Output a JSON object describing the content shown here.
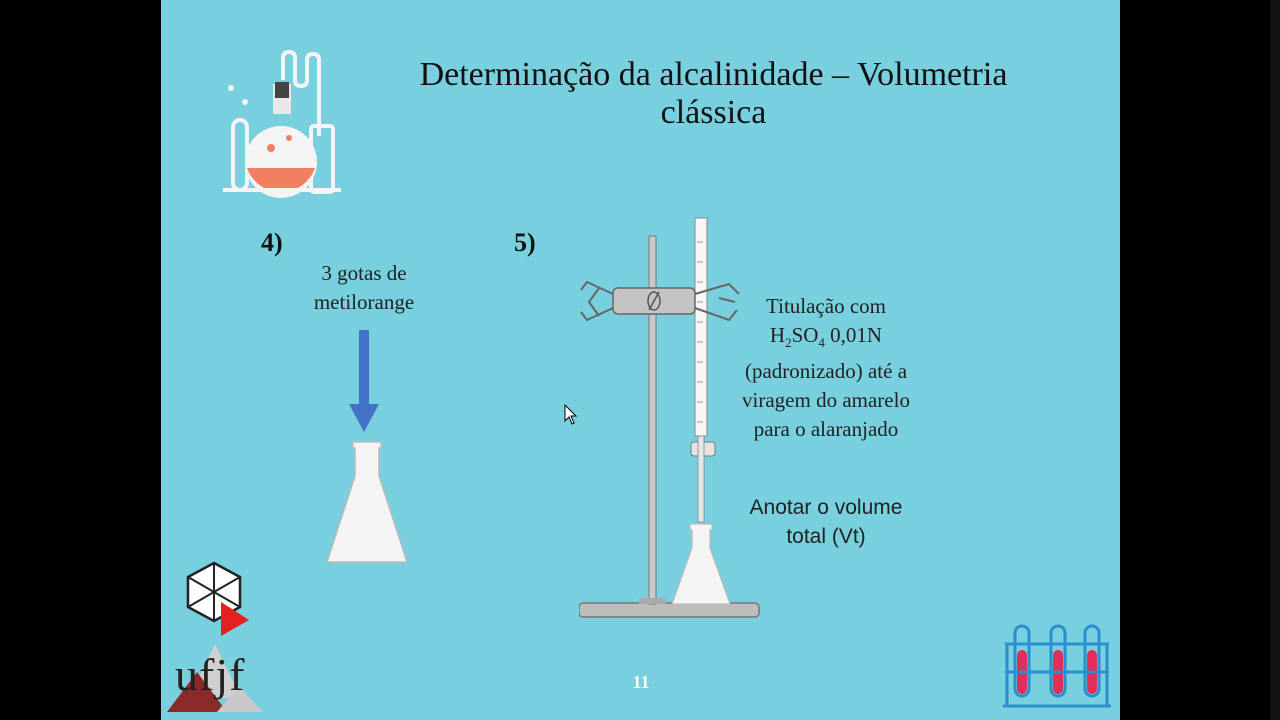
{
  "slide": {
    "title": "Determinação da alcalinidade – Volumetria clássica",
    "step4": {
      "number": "4)",
      "label": "3 gotas de metilorange"
    },
    "step5": {
      "number": "5)",
      "titration_line1": "Titulação com",
      "formula_h": "H",
      "formula_h_sub": "2",
      "formula_so": "SO",
      "formula_so_sub": "4",
      "formula_conc": " 0,01N",
      "titration_rest": "(padronizado) até a viragem do amarelo para o alaranjado",
      "note": "Anotar o volume total (Vt)"
    },
    "page_number": "11",
    "logo_text": "ufjf"
  },
  "colors": {
    "background": "#78cfdd",
    "arrow": "#4472c4",
    "glassware": "#f2f2f2"
  },
  "icons": [
    "chemistry-flask-icon",
    "hexagon-play-logo",
    "ufjf-logo",
    "test-tube-rack-icon",
    "mouse-cursor-icon"
  ]
}
